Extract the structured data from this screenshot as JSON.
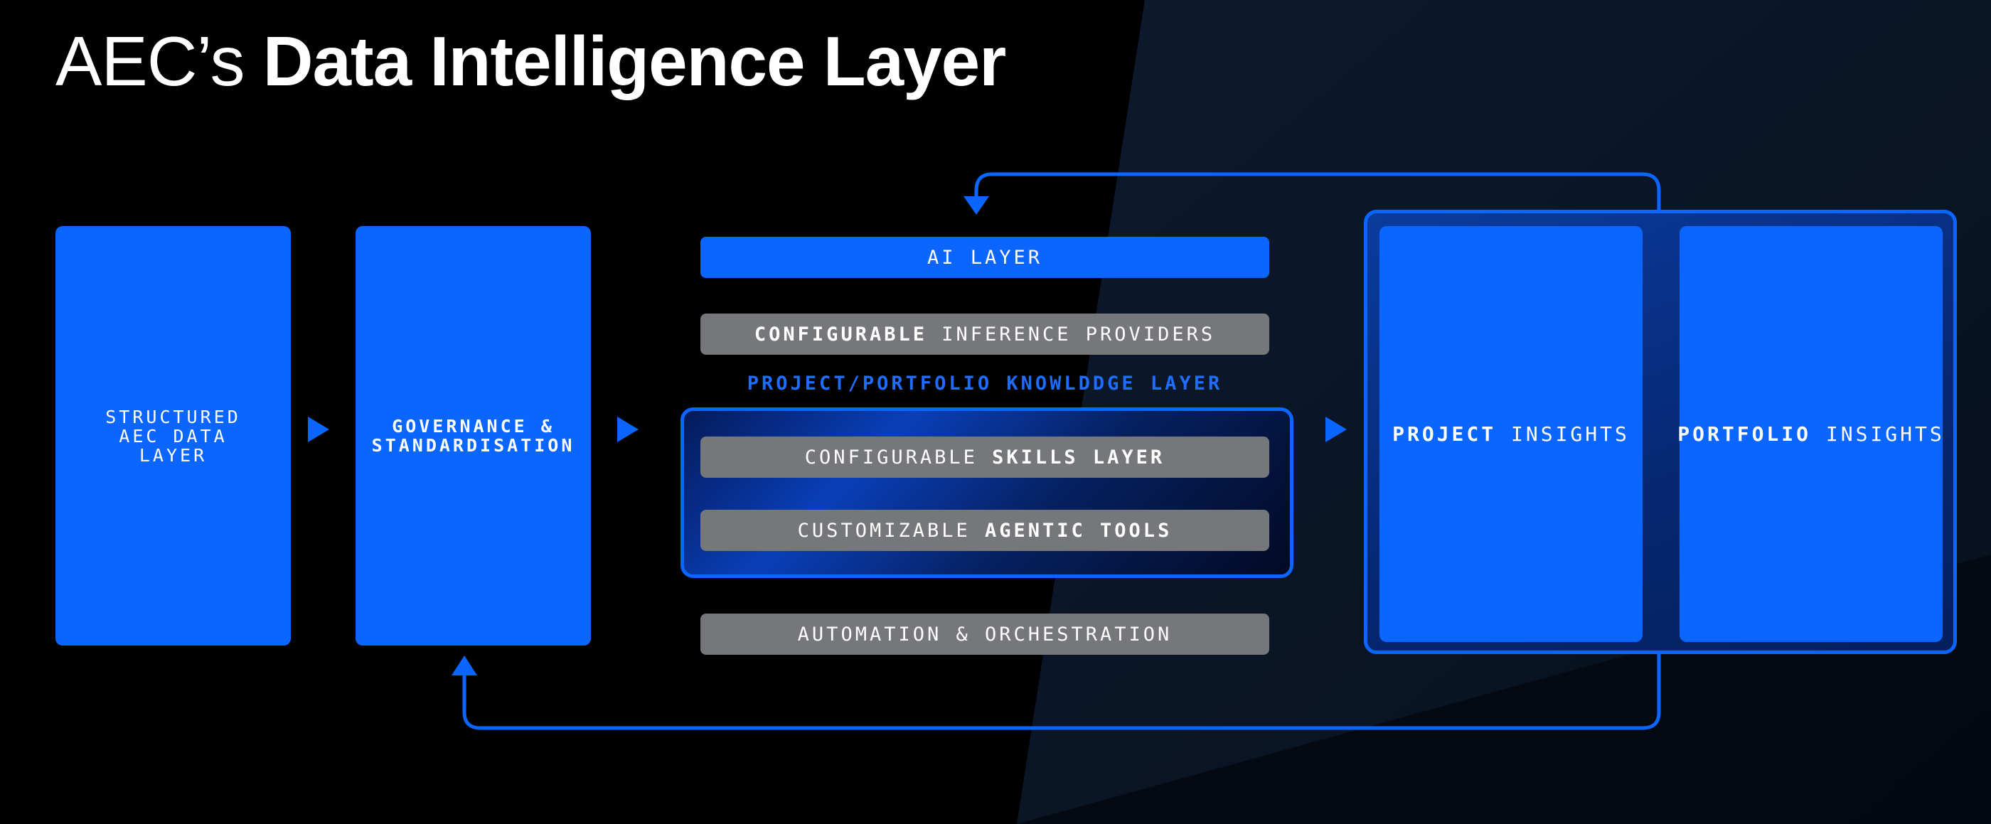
{
  "title": {
    "light": "AEC’s",
    "bold": "Data Intelligence Layer"
  },
  "blocks": {
    "structured": {
      "line1": "STRUCTURED",
      "line2": "AEC DATA",
      "line3": "LAYER"
    },
    "governance": {
      "line1": "GOVERNANCE &",
      "line2": "STANDARDISATION"
    }
  },
  "stack": {
    "ai_layer": "AI LAYER",
    "inference": {
      "bold": "CONFIGURABLE",
      "rest": " INFERENCE PROVIDERS"
    },
    "knowledge_label": "PROJECT/PORTFOLIO KNOWLDDGE LAYER",
    "skills": {
      "rest": "CONFIGURABLE ",
      "bold": "SKILLS LAYER"
    },
    "tools": {
      "rest": "CUSTOMIZABLE ",
      "bold": "AGENTIC TOOLS"
    },
    "automation": "AUTOMATION & ORCHESTRATION"
  },
  "insights": {
    "project": {
      "bold": "PROJECT",
      "rest": " INSIGHTS"
    },
    "portfolio": {
      "bold": "PORTFOLIO",
      "rest": " INSIGHTS"
    }
  },
  "colors": {
    "accent": "#0a66ff",
    "gray_bar": "#76777b",
    "background": "#000000"
  }
}
